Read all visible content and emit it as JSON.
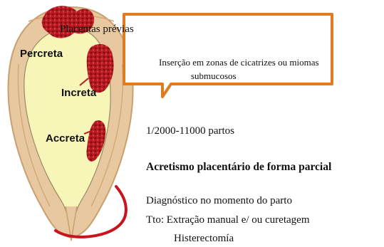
{
  "illustration": {
    "labels": {
      "percreta": "Percreta",
      "increta": "Increta",
      "accreta": "Accreta"
    },
    "colors": {
      "wall": "#e8c8a0",
      "wall_edge": "#c9a070",
      "cavity": "#f7f5b8",
      "placenta": "#b81a22",
      "arc": "#c8141e"
    }
  },
  "callout": {
    "title": "Placentas prévias",
    "text_line1": "Inserção em zonas de cicatrizes ou miomas",
    "text_line2": "submucosos",
    "border_color": "#e07b20"
  },
  "content": {
    "stat": "1/2000-11000 partos",
    "heading": "Acretismo placentário de forma parcial",
    "diagnosis": "Diagnóstico no momento do parto",
    "treatment": "Tto:  Extração manual e/ ou  curetagem",
    "treatment_cont": "Histerectomía"
  }
}
